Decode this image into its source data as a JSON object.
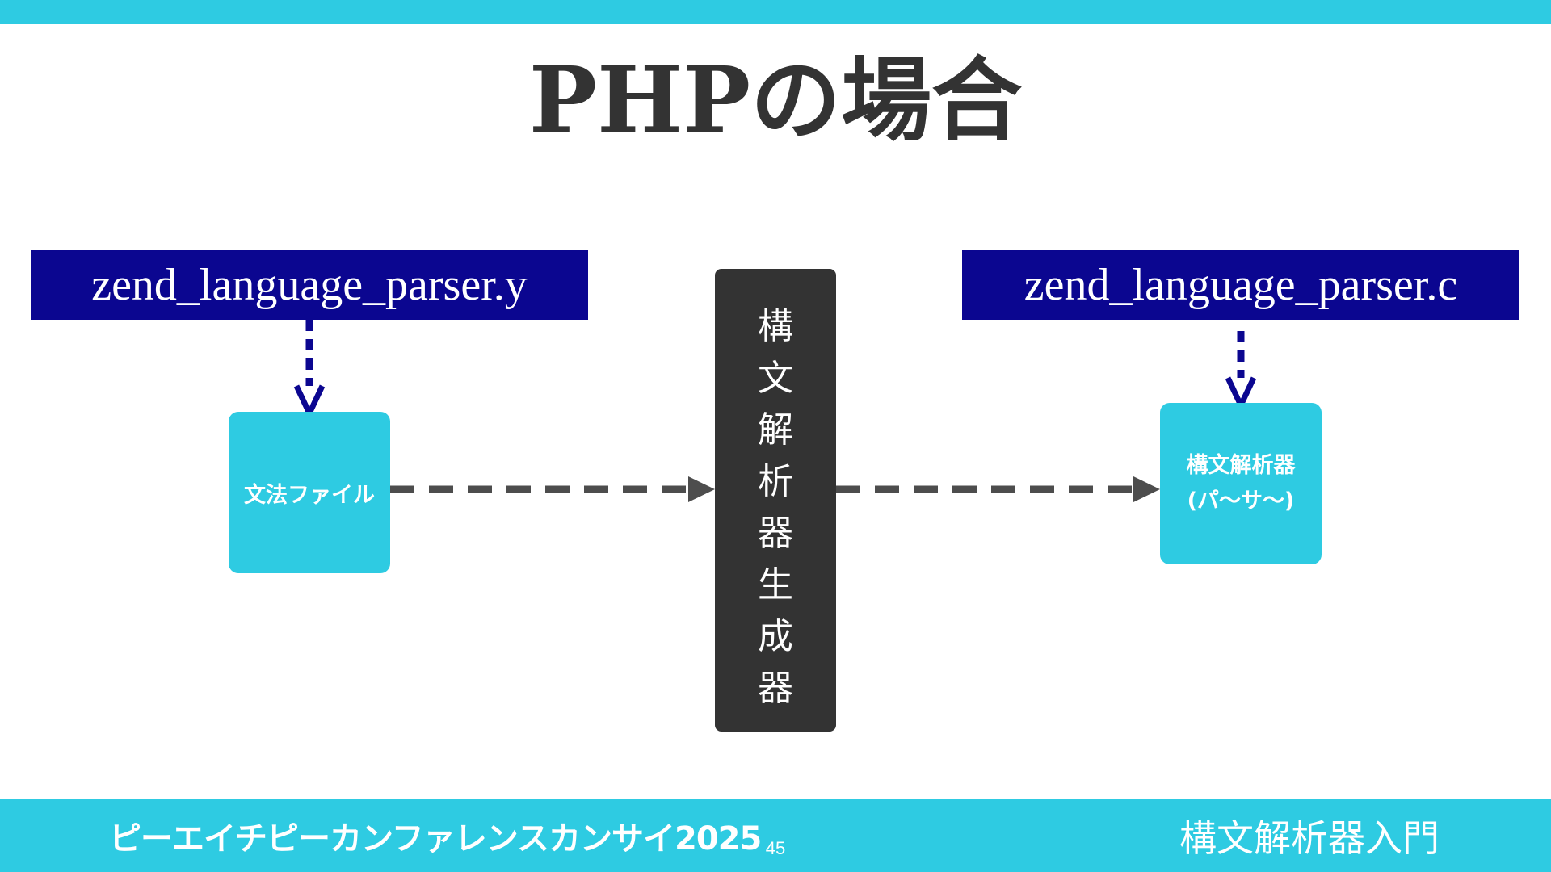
{
  "slide": {
    "title": "PHPの場合",
    "source_file": "zend_language_parser.y",
    "output_file": "zend_language_parser.c",
    "grammar_box_label": "文法ファイル",
    "generator_chars": [
      "構",
      "文",
      "解",
      "析",
      "器",
      "生",
      "成",
      "器"
    ],
    "parser_box_line1": "構文解析器",
    "parser_box_line2": "(パ〜サ〜)"
  },
  "footer": {
    "conference_name": "ピーエイチピーカンファレンスカンサイ2025",
    "page_number": "45",
    "talk_title": "構文解析器入門"
  },
  "colors": {
    "accent": "#2ecbe2",
    "file_label_bg": "#0b0690",
    "generator_bg": "#333333",
    "dashed_arrow": "#4d4d4d",
    "file_arrow": "#0b0690"
  }
}
